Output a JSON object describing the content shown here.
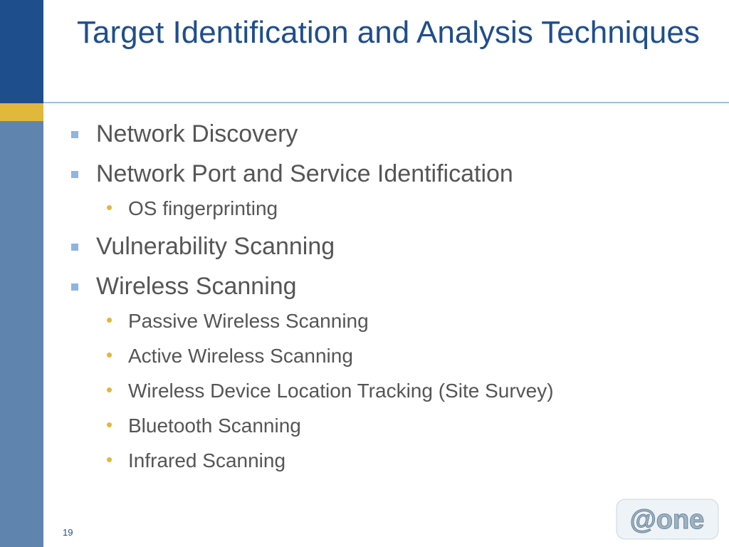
{
  "slide": {
    "title": "Target Identification and Analysis Techniques",
    "page_number": "19",
    "logo_text": "@one",
    "colors": {
      "title": "#1f4e8c",
      "sidebar_dark": "#1f4e8c",
      "sidebar_accent": "#e0b83c",
      "sidebar_light": "#5f84ad",
      "body_text": "#555555",
      "level1_bullet": "#8fb4e3",
      "level2_bullet": "#e0b83c"
    }
  },
  "bullets": [
    {
      "text": "Network Discovery",
      "sub": []
    },
    {
      "text": "Network Port and Service Identification",
      "sub": [
        "OS fingerprinting"
      ]
    },
    {
      "text": "Vulnerability Scanning",
      "sub": []
    },
    {
      "text": "Wireless Scanning",
      "sub": [
        "Passive Wireless Scanning",
        "Active Wireless Scanning",
        "Wireless Device Location Tracking (Site Survey)",
        "Bluetooth Scanning",
        "Infrared Scanning"
      ]
    }
  ]
}
